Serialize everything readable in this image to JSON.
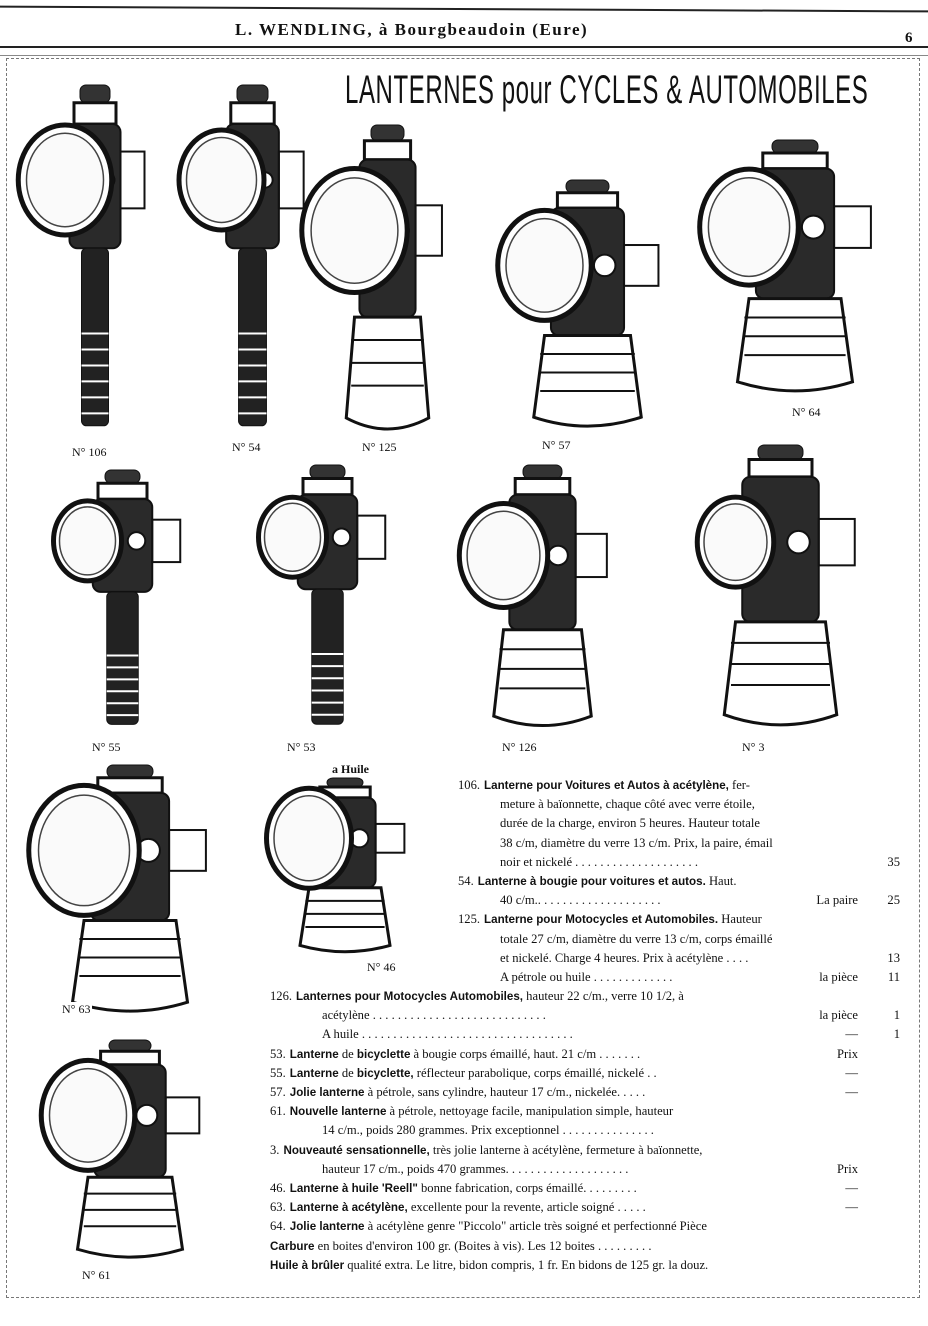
{
  "header": {
    "title": "L. WENDLING, à Bourgbeaudoin (Eure)",
    "page_number": "6"
  },
  "main_title": "LANTERNES pour CYCLES & AUTOMOBILES",
  "illustrations": [
    {
      "id": "106",
      "caption": "N° 106"
    },
    {
      "id": "54",
      "caption": "N° 54"
    },
    {
      "id": "125",
      "caption": "N° 125"
    },
    {
      "id": "57",
      "caption": "N° 57"
    },
    {
      "id": "64",
      "caption": "N° 64"
    },
    {
      "id": "55",
      "caption": "N° 55"
    },
    {
      "id": "53",
      "caption": "N° 53"
    },
    {
      "id": "126",
      "caption": "N° 126"
    },
    {
      "id": "3",
      "caption": "N° 3"
    },
    {
      "id": "63",
      "caption": "N° 63"
    },
    {
      "id": "46",
      "caption": "N° 46",
      "label": "a Huile"
    },
    {
      "id": "61",
      "caption": "N° 61"
    }
  ],
  "lines": [
    {
      "num": "106.",
      "bold": "Lanterne pour Voitures et Autos à acétylène,",
      "text": " fer-",
      "indent": 0
    },
    {
      "text": "meture à baïonnette, chaque côté avec verre étoile,",
      "indent": 2
    },
    {
      "text": "durée de la charge, environ 5 heures. Hauteur totale",
      "indent": 2
    },
    {
      "text": "38 c/m, diamètre du verre 13 c/m. Prix, la paire, émail",
      "indent": 2
    },
    {
      "text": "noir et nickelé . . . . . . . . . . . . . . . . . . . .",
      "indent": 2,
      "value": "35"
    },
    {
      "num": "54.",
      "bold": "Lanterne à bougie pour voitures et autos.",
      "text": " Haut.",
      "indent": 0
    },
    {
      "text": "40 c/m.. . . . . . . . . . . . . . . . . . . .",
      "indent": 2,
      "price": "La paire",
      "value": "25"
    },
    {
      "num": "125.",
      "bold": "Lanterne pour Motocycles et Automobiles.",
      "text": " Hauteur",
      "indent": 0
    },
    {
      "text": "totale 27 c/m, diamètre du verre 13 c/m, corps émaillé",
      "indent": 2
    },
    {
      "text": "et nickelé. Charge 4 heures. Prix à acétylène . . . .",
      "indent": 2,
      "value": "13"
    },
    {
      "text": "A pétrole ou huile . . . . . . . . . . . . .",
      "indent": 2,
      "price": "la pièce",
      "value": "11"
    },
    {
      "num": "126.",
      "bold": "Lanternes pour Motocycles Automobiles,",
      "text": " hauteur 22 c/m., verre 10 1/2, à",
      "indent": -1
    },
    {
      "text": "acétylène . . . . . . . . . . . . . . . . . . . . . . . . . . . .",
      "indent": 1,
      "price": "la pièce",
      "value": "1"
    },
    {
      "text": "A huile . . . . . . . . . . . . . . . . . . . . . . . . . . . . . . . . . .",
      "indent": 1,
      "price": "—",
      "value": "1"
    },
    {
      "num": "53.",
      "bold": "Lanterne",
      "text": " de ",
      "bold2": "bicyclette",
      "text2": " à bougie corps émaillé, haut. 21 c/m . . . . . . .",
      "price": "Prix",
      "indent": -1
    },
    {
      "num": "55.",
      "bold": "Lanterne",
      "text": " de ",
      "bold2": "bicyclette,",
      "text2": " réflecteur parabolique, corps émaillé, nickelé . .",
      "price": "—",
      "indent": -1
    },
    {
      "num": "57.",
      "bold": "Jolie lanterne",
      "text": " à pétrole, sans cylindre, hauteur 17 c/m., nickelée. . . . .",
      "price": "—",
      "indent": -1
    },
    {
      "num": "61.",
      "bold": "Nouvelle lanterne",
      "text": " à pétrole, nettoyage facile, manipulation simple, hauteur",
      "indent": -1
    },
    {
      "text": "14 c/m., poids 280 grammes. Prix exceptionnel . . . . . . . . . . . . . . .",
      "indent": 1
    },
    {
      "num": "3.",
      "bold": "Nouveauté sensationnelle,",
      "text": " très jolie lanterne à acétylène, fermeture à baïonnette,",
      "indent": -1
    },
    {
      "text": "hauteur 17 c/m., poids 470 grammes. . . . . . . . . . . . . . . . . . . .",
      "indent": 1,
      "price": "Prix"
    },
    {
      "num": "46.",
      "bold": "Lanterne à huile 'Reell\"",
      "text": " bonne fabrication, corps émaillé. . . . . . . . .",
      "price": "—",
      "indent": -1
    },
    {
      "num": "63.",
      "bold": "Lanterne à acétylène,",
      "text": " excellente pour la revente, article soigné . . . . .",
      "price": "—",
      "indent": -1
    },
    {
      "num": "64.",
      "bold": "Jolie lanterne",
      "text": " à acétylène genre \"Piccolo\" article très soigné et perfectionné Pièce",
      "indent": -1
    },
    {
      "bold": "Carbure",
      "text": " en boites d'environ 100 gr. (Boites à vis). Les 12 boites . . . . . . . . .",
      "indent": -1
    },
    {
      "bold": "Huile à brûler",
      "text": " qualité extra. Le litre, bidon compris, 1 fr. En bidons de 125 gr. la douz.",
      "indent": -1
    }
  ]
}
